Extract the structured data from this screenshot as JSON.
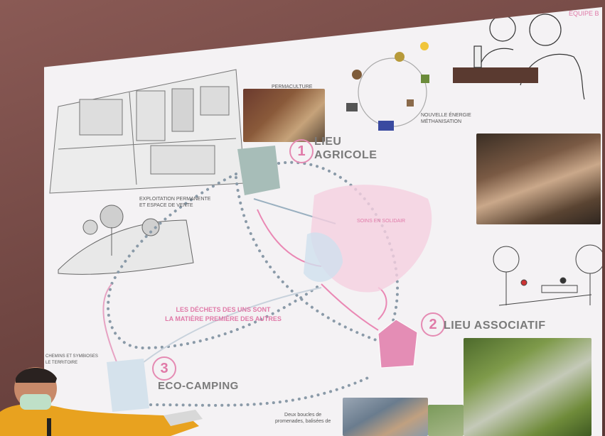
{
  "slide": {
    "title": "QUEL AVENIR POUR LES ANCIENS SITES DE STORENGY ? UN LIEU DE RENCONTRE ....",
    "team_label": "ÉQUIPE B",
    "center_text_line1": "LES DÉCHETS DES UNS SONT",
    "center_text_line2": "LA MATIÈRE PREMIÈRE DES AUTRES",
    "zone_label": "SOINS EN SOLIDAIR",
    "sites": [
      {
        "num": "1",
        "line1": "LIEU",
        "line2": "AGRICOLE"
      },
      {
        "num": "2",
        "line1": "LIEU ASSOCIATIF"
      },
      {
        "num": "3",
        "line1": "ECO-CAMPING"
      }
    ],
    "captions": {
      "permaculture": "PERMACULTURE",
      "exploitation_line1": "EXPLOITATION PERMANENTE",
      "exploitation_line2": "ET ESPACE DE VENTE",
      "energy_line1": "NOUVELLE ÉNERGIE",
      "energy_line2": "MÉTHANISATION",
      "eco_line1": "CHEMINS ET SYMBIOSES",
      "eco_line2": "LE TERRITOIRE",
      "bottom_line1": "Deux boucles de",
      "bottom_line2": "promenades, balisées de"
    }
  },
  "colors": {
    "accent_pink": "#e07aa8",
    "slide_bg": "#f4f2f4",
    "wall": "#7a4f4a",
    "shirt": "#e8a21f"
  }
}
